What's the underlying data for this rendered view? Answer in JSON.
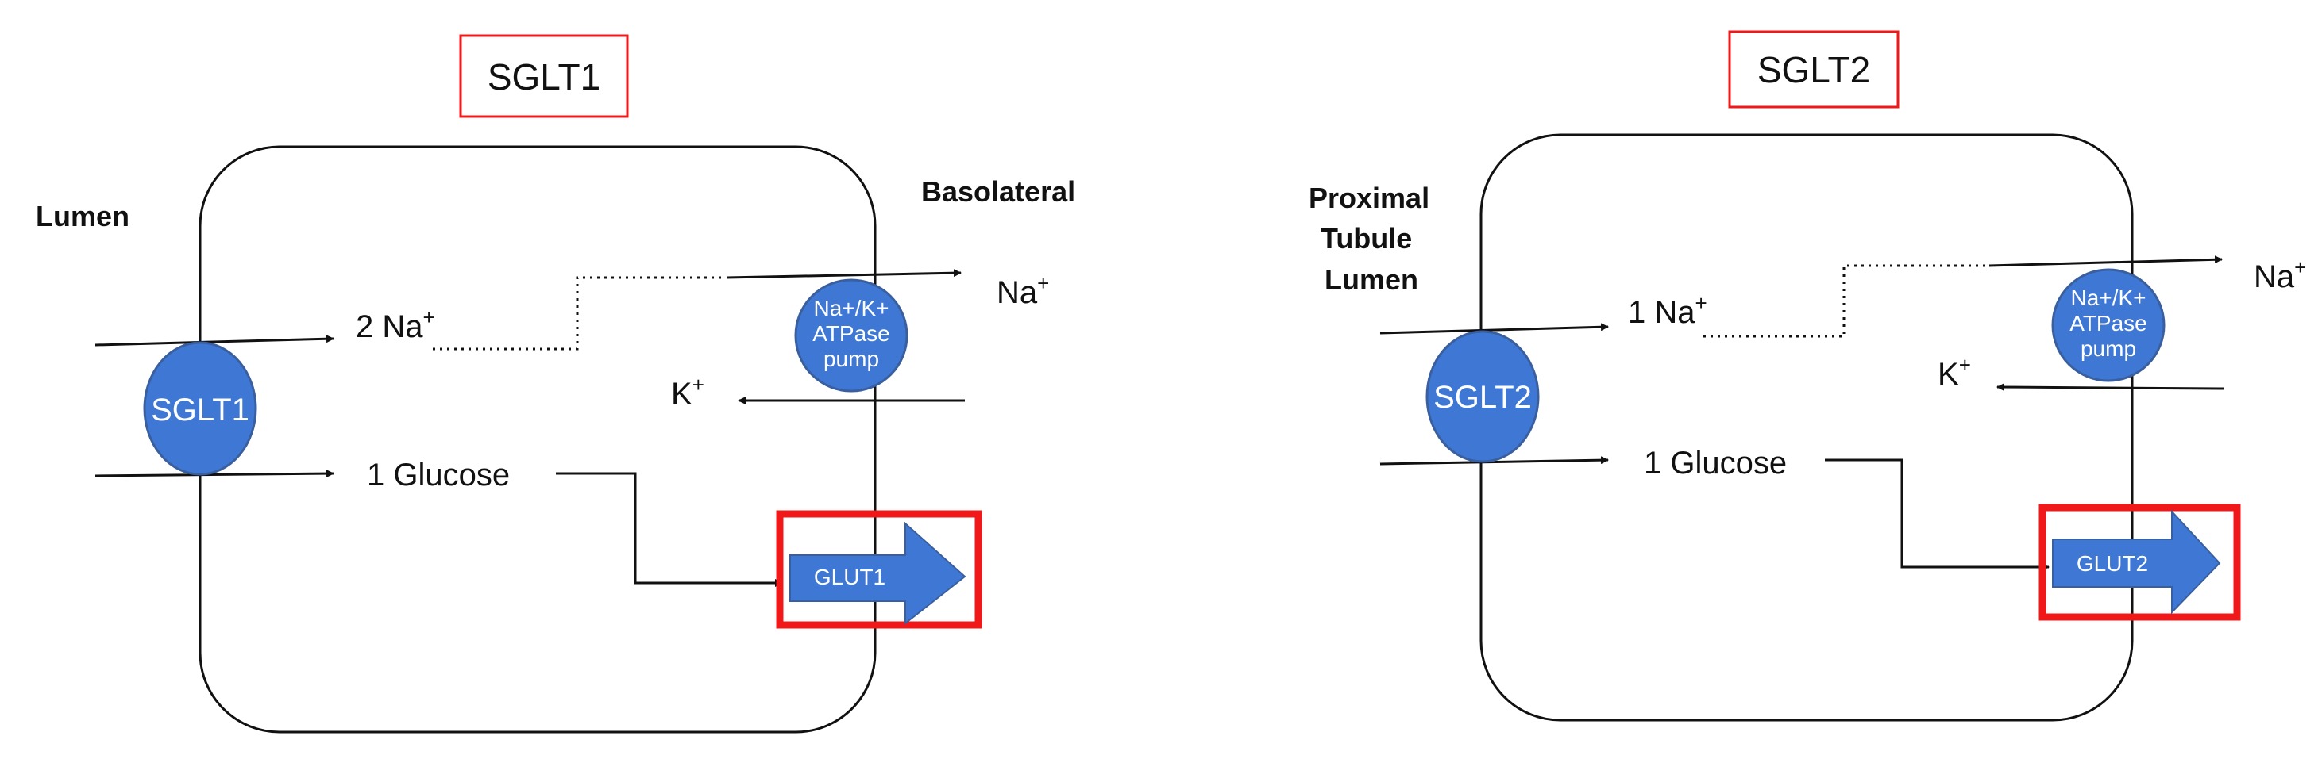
{
  "colors": {
    "protein_blue": "#3F78D4",
    "protein_stroke": "#3A5F9E",
    "highlight_red": "#F01818",
    "line": "#111111"
  },
  "panels": [
    {
      "title": "SGLT1",
      "lumen_label": "Lumen",
      "basolateral_label": "Basolateral",
      "cotransporter_label": "SGLT1",
      "na_in_prefix": "2 Na",
      "na_superscript": "+",
      "glucose_label": "1 Glucose",
      "pump_label_lines": [
        "Na+/K+",
        "ATPase",
        "pump"
      ],
      "na_out_label": "Na",
      "na_out_superscript": "+",
      "k_in_label": "K",
      "k_superscript": "+",
      "glut_label": "GLUT1"
    },
    {
      "title": "SGLT2",
      "lumen_label_lines": [
        "Proximal",
        "Tubule",
        "Lumen"
      ],
      "cotransporter_label": "SGLT2",
      "na_in_prefix": "1 Na",
      "na_superscript": "+",
      "glucose_label": "1 Glucose",
      "pump_label_lines": [
        "Na+/K+",
        "ATPase",
        "pump"
      ],
      "na_out_label": "Na",
      "na_out_superscript": "+",
      "k_in_label": "K",
      "k_superscript": "+",
      "glut_label": "GLUT2"
    }
  ]
}
